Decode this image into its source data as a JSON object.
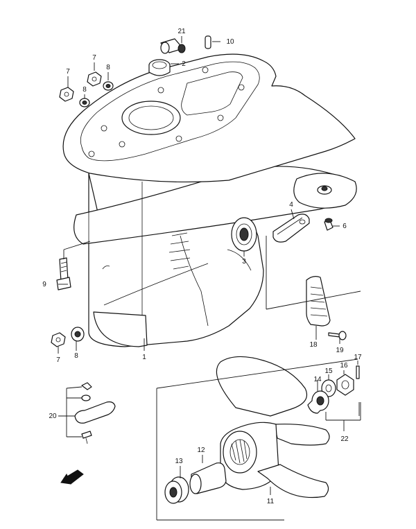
{
  "callouts": {
    "p1": "1",
    "p2": "2",
    "p3": "3",
    "p4": "4",
    "p6": "6",
    "p7a": "7",
    "p7b": "7",
    "p7c": "7",
    "p8a": "8",
    "p8b": "8",
    "p8c": "8",
    "p9": "9",
    "p10": "10",
    "p11": "11",
    "p12": "12",
    "p13": "13",
    "p14": "14",
    "p15": "15",
    "p16": "16",
    "p17": "17",
    "p18": "18",
    "p19": "19",
    "p20": "20",
    "p21": "21",
    "p22": "22"
  },
  "fwd_label": "FWD"
}
